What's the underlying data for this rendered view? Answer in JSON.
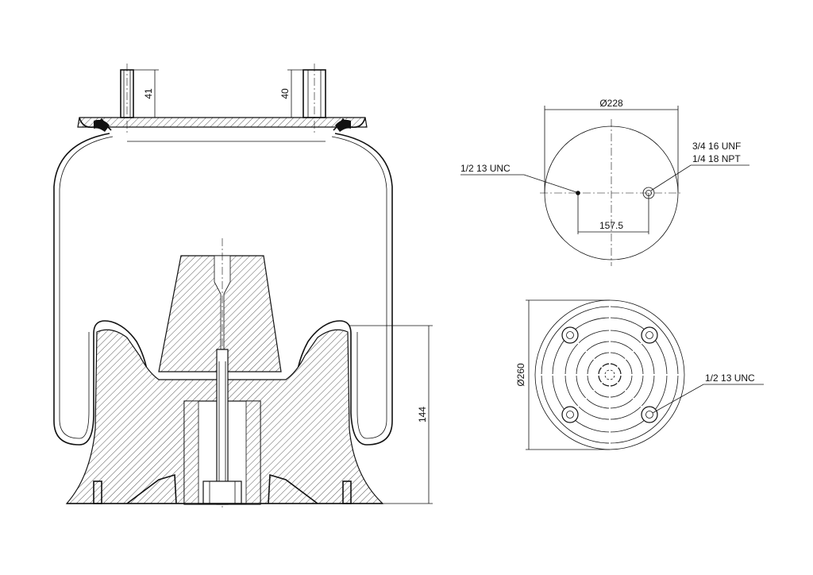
{
  "colors": {
    "ink": "#111111",
    "paper": "#ffffff"
  },
  "side_view": {
    "stud_left_height": "41",
    "stud_right_height": "40",
    "overall_height": "144"
  },
  "top_view": {
    "diameter": "Ø228",
    "stud_spacing": "157.5",
    "left_thread": "1/2 13 UNC",
    "right_thread_line1": "3/4 16 UNF",
    "right_thread_line2": "1/4 18 NPT"
  },
  "bottom_view": {
    "diameter": "Ø260",
    "thread": "1/2 13 UNC"
  }
}
